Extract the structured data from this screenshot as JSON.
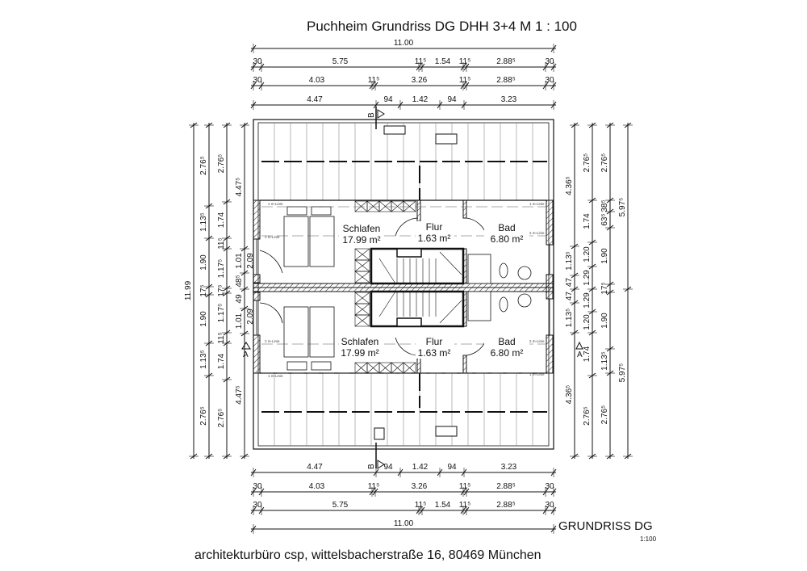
{
  "title": "Puchheim  Grundriss DG DHH 3+4  M 1 : 100",
  "footer": {
    "plan_label": "GRUNDRISS DG",
    "scale": "1:100",
    "address": "architekturbüro csp, wittelsbacherstraße 16, 80469 München"
  },
  "rooms": {
    "top": [
      {
        "name": "Schlafen",
        "area": "17.99 m²"
      },
      {
        "name": "Flur",
        "area": "1.63 m²"
      },
      {
        "name": "Bad",
        "area": "6.80 m²"
      }
    ],
    "bottom": [
      {
        "name": "Schlafen",
        "area": "17.99 m²"
      },
      {
        "name": "Flur",
        "area": "1.63 m²"
      },
      {
        "name": "Bad",
        "area": "6.80 m²"
      }
    ]
  },
  "line_labels": {
    "one_m": "1 m-Linie",
    "two_m": "2 m-Linie"
  },
  "section_marks": {
    "b": "B",
    "a": "A"
  },
  "dimensions": {
    "top": {
      "overall": [
        "11.00"
      ],
      "row1": [
        "30",
        "5.75",
        "11⁵",
        "1.54",
        "11⁵",
        "2.88⁵",
        "30"
      ],
      "row2": [
        "30",
        "4.03",
        "11⁵",
        "3.26",
        "11⁵",
        "2.88⁵",
        "30"
      ],
      "row3": [
        "4.47",
        "94",
        "1.42",
        "94",
        "3.23"
      ]
    },
    "bottom": {
      "row3": [
        "4.47",
        "94",
        "1.42",
        "94",
        "3.23"
      ],
      "row2": [
        "30",
        "4.03",
        "11⁵",
        "3.26",
        "11⁵",
        "2.88⁵",
        "30"
      ],
      "row1": [
        "30",
        "5.75",
        "11⁵",
        "1.54",
        "11⁵",
        "2.88⁵",
        "30"
      ],
      "overall": [
        "11.00"
      ]
    },
    "left": {
      "overall": [
        "11.99"
      ],
      "col1": [
        "2.76⁵",
        "1.13⁵",
        "1.90",
        "17⁵",
        "1.90",
        "1.13⁵",
        "2.76⁵"
      ],
      "col2": [
        "2.76⁵",
        "1.74",
        "11⁵",
        "1.17⁵",
        "17⁵",
        "1.17⁵",
        "11⁵",
        "1.74",
        "2.76⁵"
      ],
      "col3": [
        "4.47⁵",
        "1.01",
        "48⁵",
        "49",
        "1.01",
        "4.47⁵"
      ],
      "window": [
        "2.09",
        "2.09"
      ]
    },
    "right": {
      "col1": [
        "4.36⁵",
        "1.13⁵",
        "47",
        "47",
        "1.13⁵",
        "4.36⁵"
      ],
      "col2": [
        "2.76⁵",
        "1.74",
        "1.20",
        "1.29",
        "1.29",
        "1.20",
        "1.74",
        "2.76⁵"
      ],
      "col3": [
        "2.76⁵",
        "38⁵",
        "63⁵",
        "1.90",
        "17⁵",
        "1.90",
        "1.13⁵",
        "2.76⁵"
      ],
      "col4": [
        "5.97⁵",
        "5.97⁵"
      ]
    }
  }
}
